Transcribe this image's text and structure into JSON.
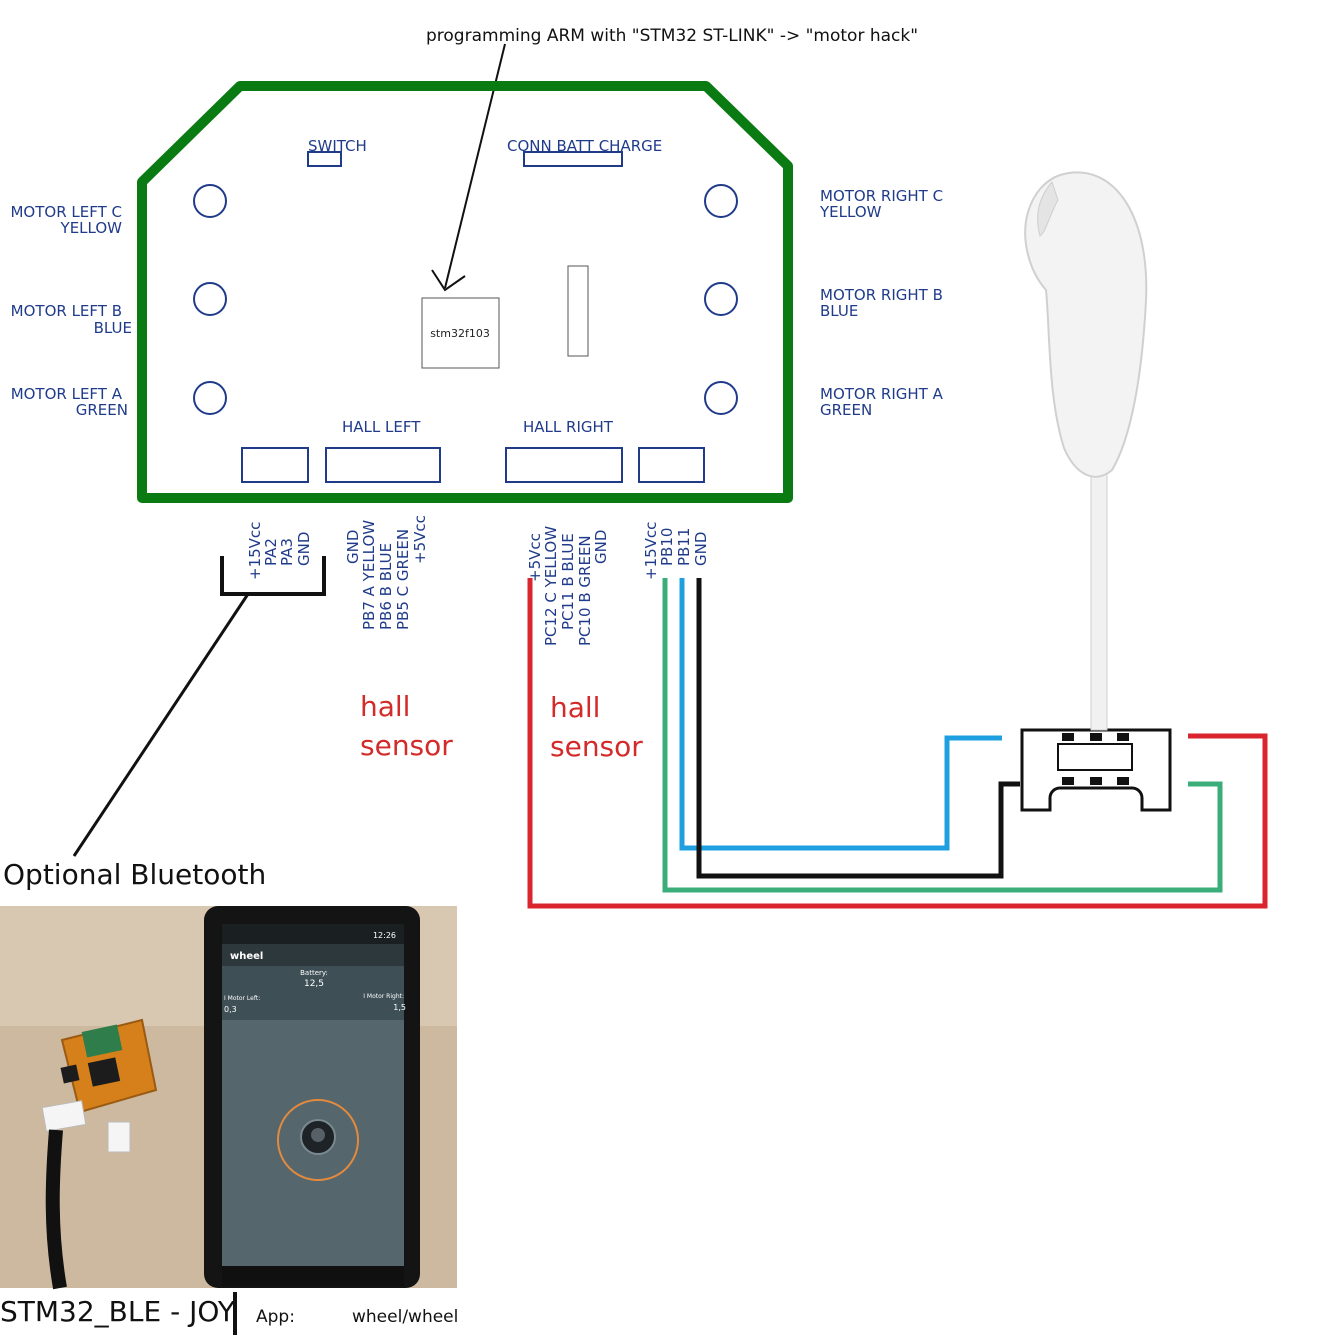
{
  "title_note": "programming ARM with \"STM32 ST-LINK\" -> \"motor hack\"",
  "board": {
    "switch_label": "SWITCH",
    "conn_batt_label": "CONN BATT CHARGE",
    "chip_label": "stm32f103",
    "hall_left_label": "HALL LEFT",
    "hall_right_label": "HALL RIGHT"
  },
  "motor_left": {
    "c_line1": "MOTOR LEFT C",
    "c_line2": "YELLOW",
    "b_line1": "MOTOR LEFT B",
    "b_line2": "BLUE",
    "a_line1": "MOTOR LEFT A",
    "a_line2": "GREEN"
  },
  "motor_right": {
    "c_line1": "MOTOR RIGHT C",
    "c_line2": "YELLOW",
    "b_line1": "MOTOR RIGHT B",
    "b_line2": "BLUE",
    "a_line1": "MOTOR RIGHT A",
    "a_line2": "GREEN"
  },
  "pins": {
    "uart": [
      "+15Vcc",
      "PA2",
      "PA3",
      "GND"
    ],
    "hall_left": [
      "GND",
      "PB7 A YELLOW",
      "PB6 B BLUE",
      "PB5 C GREEN",
      "+5Vcc"
    ],
    "hall_right": [
      "+5Vcc",
      "PC12 C YELLOW",
      "PC11 B BLUE",
      "PC10 B GREEN",
      "GND"
    ],
    "i2c": [
      "+15Vcc",
      "PB10",
      "PB11",
      "GND"
    ]
  },
  "hall_word1": "hall",
  "hall_word2": "sensor",
  "bluetooth_label": "Optional Bluetooth",
  "phone": {
    "status": "12:26",
    "app_title": "wheel",
    "battery_label": "Battery:",
    "battery_value": "12,5",
    "motor_left_label": "I Motor Left:",
    "motor_left_value": "0,3",
    "motor_right_label": "I Motor Right:",
    "motor_right_value": "1,5"
  },
  "footer": {
    "device": "STM32_BLE - JOY",
    "app_label": "App:",
    "app_value": "wheel/wheel"
  },
  "colors": {
    "board": "#0a7a12",
    "wire_red": "#d9262e",
    "wire_green": "#3aad78",
    "wire_blue": "#1ea0e0",
    "wire_black": "#111111"
  }
}
